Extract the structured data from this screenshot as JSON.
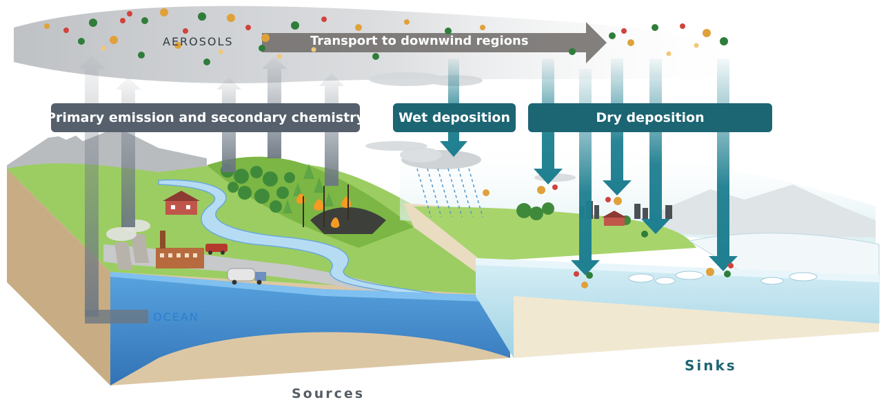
{
  "labels": {
    "aerosols": "AEROSOLS",
    "transport": "Transport to downwind regions",
    "primary_emission": "Primary emission and secondary chemistry",
    "wet_deposition": "Wet deposition",
    "dry_deposition": "Dry deposition",
    "ocean": "OCEAN",
    "sources": "Sources",
    "sinks": "Sinks"
  },
  "colors": {
    "emission_arrow": "#6c7783",
    "deposition_arrow": "#1e7f90",
    "banner_gray": "#55606c",
    "banner_teal": "#1c6573",
    "ocean": "#3d8fd8",
    "land_green": "#8cc152",
    "soil": "#d9c4a2",
    "water_sink": "#bfe3ef"
  },
  "icons": [
    "mountain-icon",
    "house-icon",
    "power-plant-icon",
    "factory-icon",
    "car-icon",
    "truck-icon",
    "forest-icon",
    "wildfire-icon",
    "rain-cloud-icon",
    "city-skyline-icon",
    "sea-ice-icon",
    "aerosol-particle-icon"
  ]
}
